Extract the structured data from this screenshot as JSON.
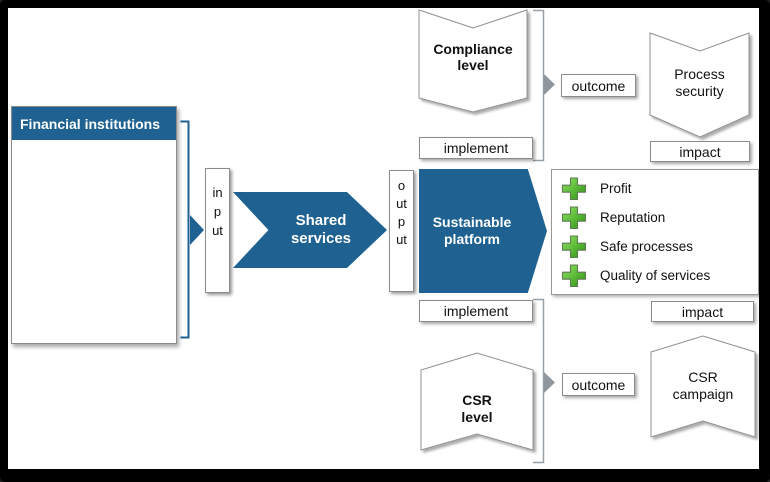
{
  "colors": {
    "brand_blue": "#1F6292",
    "plus_green": "#3FA81A",
    "banner_border": "#909090"
  },
  "left_panel": {
    "title": "Financial institutions"
  },
  "flow": {
    "input": "input",
    "shared_services": "Shared\nservices",
    "output": "output",
    "platform": "Sustainable\nplatform"
  },
  "compliance_branch": {
    "banner": "Compliance\nlevel",
    "implement": "implement",
    "outcome": "outcome",
    "result": "Process\nsecurity",
    "impact": "impact"
  },
  "csr_branch": {
    "banner": "CSR\nlevel",
    "implement": "implement",
    "outcome": "outcome",
    "result": "CSR\ncampaign",
    "impact": "impact"
  },
  "benefits": {
    "items": [
      "Profit",
      "Reputation",
      "Safe processes",
      "Quality of services"
    ]
  }
}
